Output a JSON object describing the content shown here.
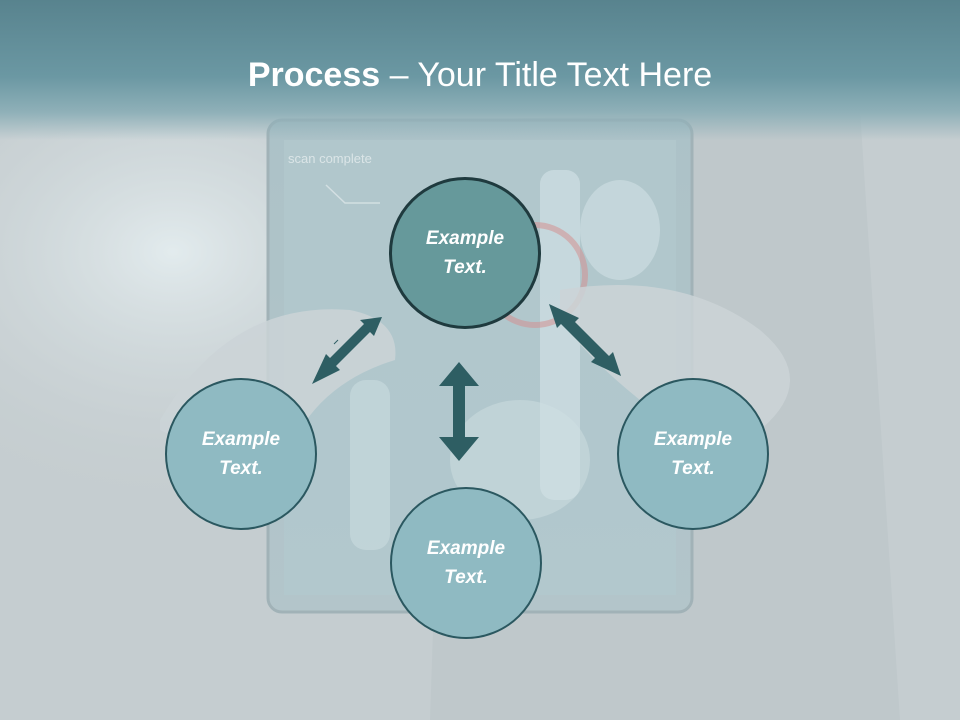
{
  "title": {
    "bold": "Process",
    "rest": " – Your Title Text Here"
  },
  "background": {
    "screen_text": "scan complete"
  },
  "nodes": {
    "top": "Example Text.",
    "left": "Example Text.",
    "bottom": "Example Text.",
    "right": "Example Text."
  },
  "colors": {
    "header": "#6b98a3",
    "center_node": "#66999b",
    "side_node": "#8fbac2",
    "arrow": "#2e5e63"
  }
}
